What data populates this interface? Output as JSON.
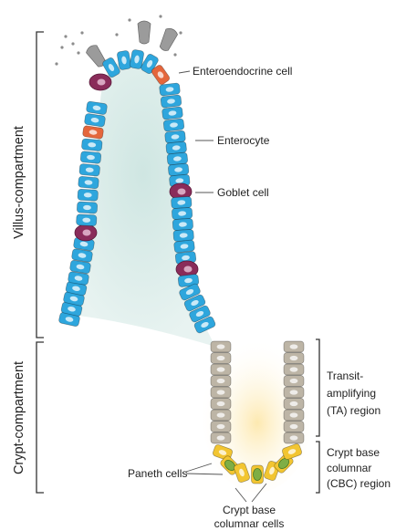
{
  "compartments": {
    "villus": "Villus-compartment",
    "crypt": "Crypt-compartment"
  },
  "labels": {
    "enteroendocrine": "Enteroendocrine cell",
    "enterocyte": "Enterocyte",
    "goblet": "Goblet cell",
    "ta_line1": "Transit-",
    "ta_line2": "amplifying",
    "ta_line3": "(TA) region",
    "cbc_line1": "Crypt base",
    "cbc_line2": "columnar",
    "cbc_line3": "(CBC) region",
    "paneth": "Paneth cells",
    "cbc_cells_line1": "Crypt base",
    "cbc_cells_line2": "columnar cells"
  },
  "colors": {
    "enterocyte": "#2ea6dd",
    "enterocyte_dark": "#1479b0",
    "goblet": "#8a2c5a",
    "enteroendocrine": "#e4663c",
    "ta_cell": "#bdb5a6",
    "paneth": "#7fae45",
    "cbc": "#f2c531",
    "lamina_villus": "#c6e1dd",
    "lamina_crypt": "#fdf0c2",
    "shed_cell": "#9b9b9b",
    "bracket": "#333333"
  }
}
